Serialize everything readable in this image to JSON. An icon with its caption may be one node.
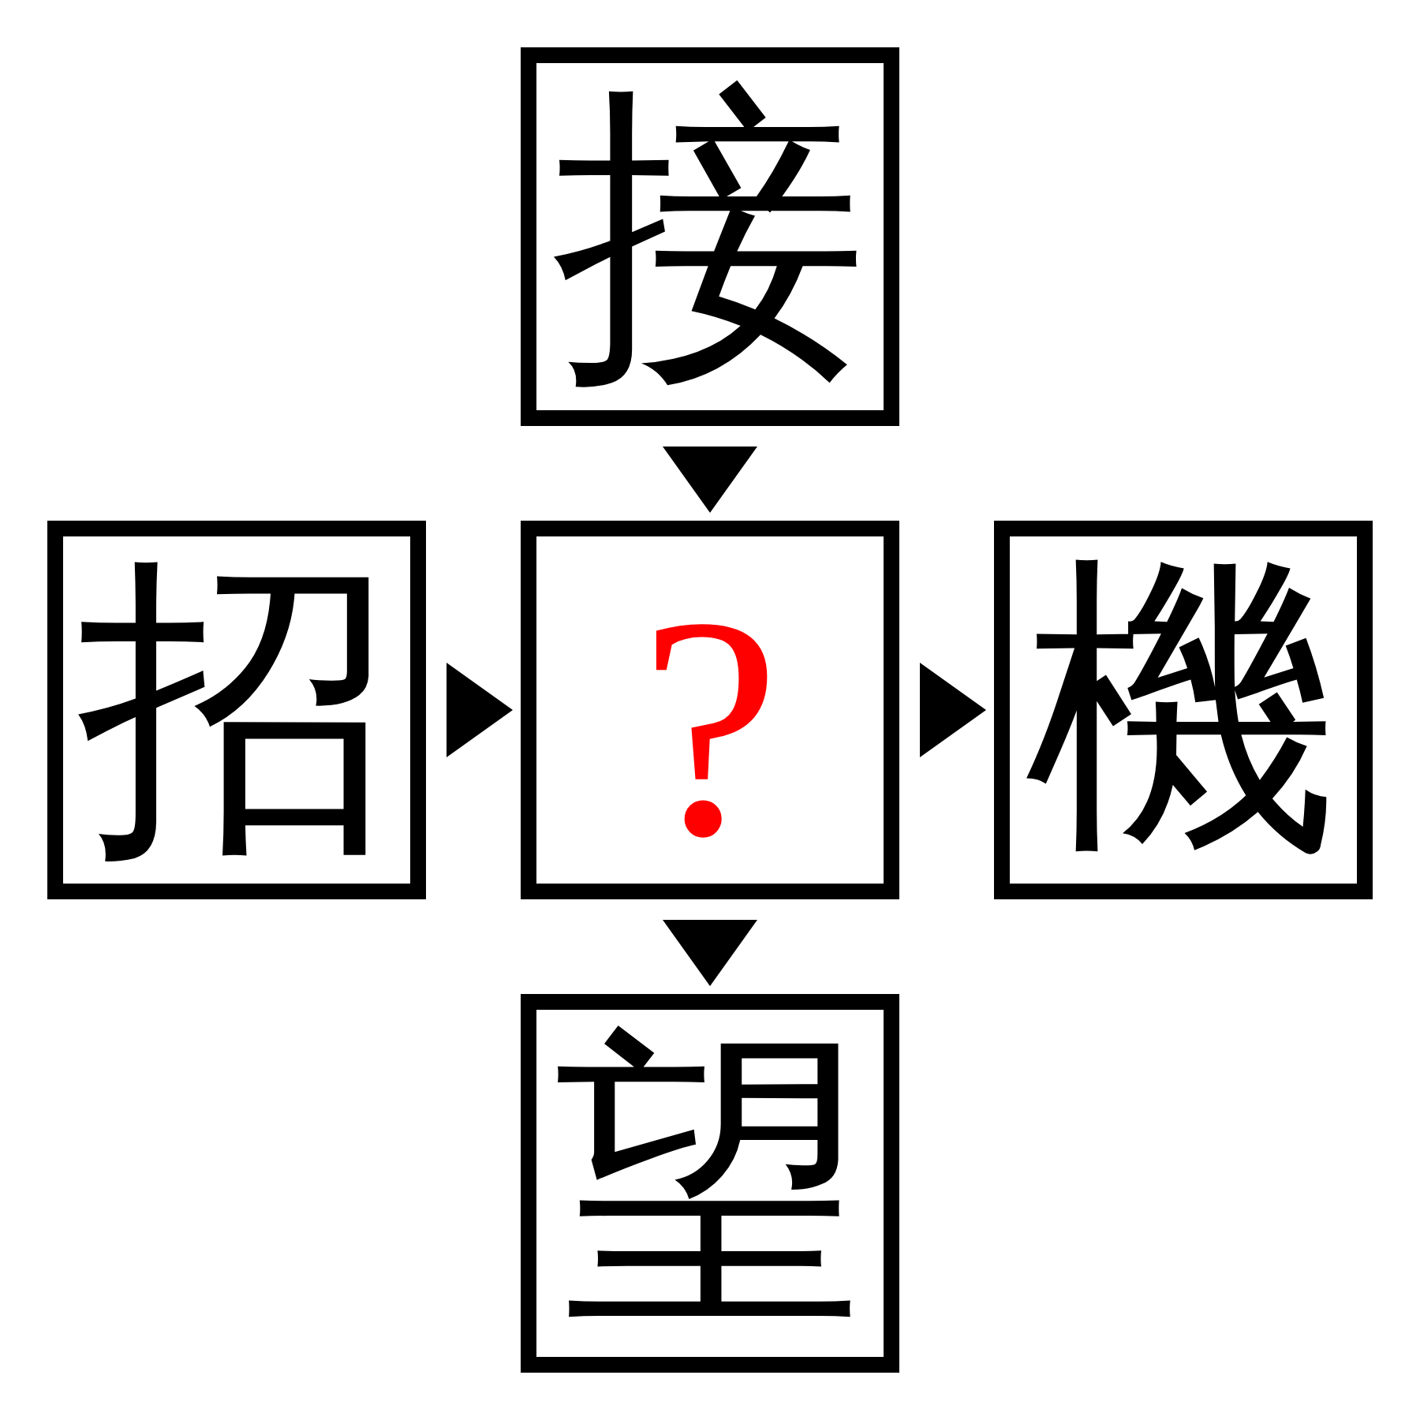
{
  "diagram": {
    "nodes": [
      {
        "text": [
          "接"
        ]
      },
      {
        "text": [
          "招"
        ]
      },
      {
        "text": [
          "?"
        ]
      },
      {
        "text": [
          "機"
        ]
      },
      {
        "text": [
          "望"
        ]
      }
    ],
    "edges": [
      {
        "from": 0,
        "to": 2,
        "arrow": "to"
      },
      {
        "from": 1,
        "to": 2,
        "arrow": "to"
      },
      {
        "from": 2,
        "to": 3,
        "arrow": "to"
      },
      {
        "from": 2,
        "to": 4,
        "arrow": "to"
      }
    ]
  }
}
